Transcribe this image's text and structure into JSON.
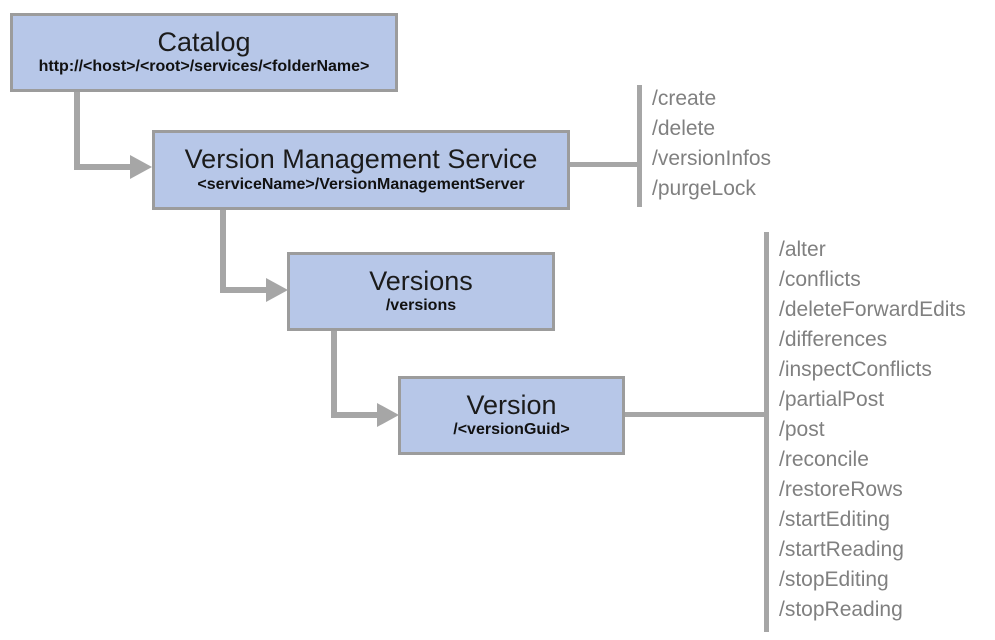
{
  "diagram": {
    "box_fill_color": "#b7c7e8",
    "box_border_color": "#9c9c9c",
    "connector_color": "#a6a6a6",
    "operation_text_color": "#808080"
  },
  "nodes": [
    {
      "title": "Catalog",
      "subtitle": "http://<host>/<root>/services/<folderName>"
    },
    {
      "title": "Version Management Service",
      "subtitle": "<serviceName>/VersionManagementServer"
    },
    {
      "title": "Versions",
      "subtitle": "/versions"
    },
    {
      "title": "Version",
      "subtitle": "/<versionGuid>"
    }
  ],
  "operation_lists": [
    {
      "attached_to": "Version Management Service",
      "items": [
        "/create",
        "/delete",
        "/versionInfos",
        "/purgeLock"
      ]
    },
    {
      "attached_to": "Version",
      "items": [
        "/alter",
        "/conflicts",
        "/deleteForwardEdits",
        "/differences",
        "/inspectConflicts",
        "/partialPost",
        "/post",
        "/reconcile",
        "/restoreRows",
        "/startEditing",
        "/startReading",
        "/stopEditing",
        "/stopReading"
      ]
    }
  ]
}
